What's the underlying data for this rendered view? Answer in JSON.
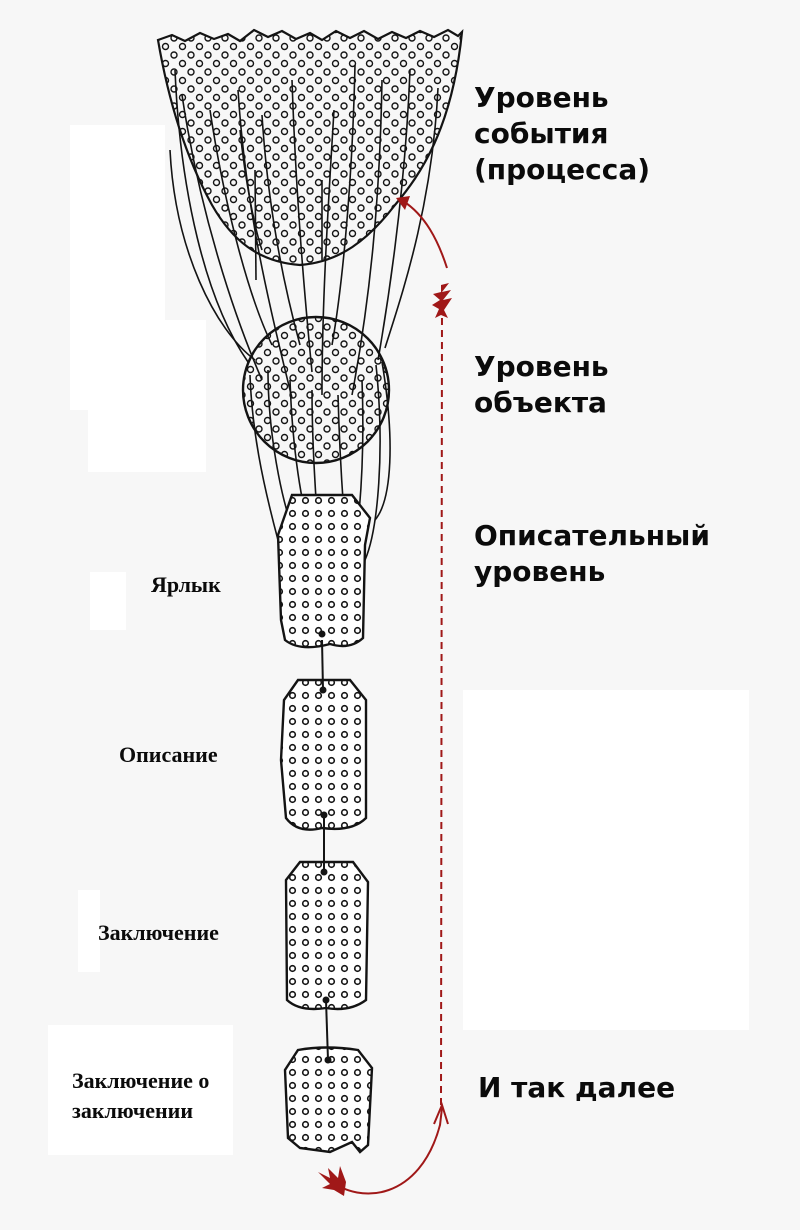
{
  "levels": {
    "event": [
      "Уровень",
      "события",
      "(процесса)"
    ],
    "object": [
      "Уровень",
      "объекта"
    ],
    "descriptive": [
      "Описательный",
      "уровень"
    ],
    "etc": "И так далее"
  },
  "stages": {
    "label": "Ярлык",
    "description": "Описание",
    "conclusion": "Заключение",
    "meta_conclusion": [
      "Заключение о",
      "заключении"
    ]
  },
  "colors": {
    "ink": "#141414",
    "arrow": "#a01818",
    "background": "#f7f7f7"
  }
}
